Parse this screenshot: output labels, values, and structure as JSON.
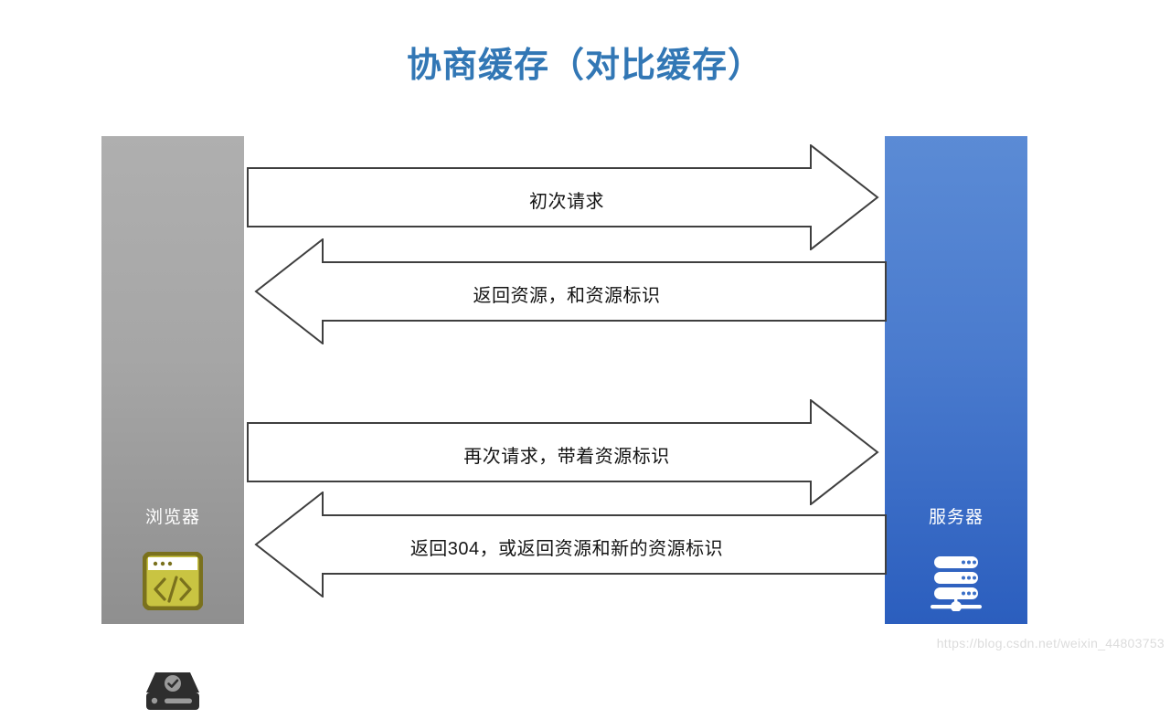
{
  "slide": {
    "title": "协商缓存（对比缓存）",
    "title_color": "#3277B5",
    "background": "#FFFFFF"
  },
  "actors": {
    "browser": {
      "label": "浏览器",
      "color_top": "#AFAFAF",
      "color_bottom": "#8F8F8F",
      "icons": [
        "browser-window-code-icon",
        "hard-disk-icon"
      ]
    },
    "server": {
      "label": "服务器",
      "color_top": "#5B8BD5",
      "color_bottom": "#2B5EBE",
      "icons": [
        "server-rack-icon"
      ]
    }
  },
  "flow": {
    "arrow_stroke": "#3F3F3F",
    "arrow_fill": "#FFFFFF",
    "messages": [
      {
        "index": 1,
        "label": "初次请求",
        "direction": "right",
        "from": "浏览器",
        "to": "服务器"
      },
      {
        "index": 2,
        "label": "返回资源，和资源标识",
        "direction": "left",
        "from": "服务器",
        "to": "浏览器"
      },
      {
        "index": 3,
        "label": "再次请求，带着资源标识",
        "direction": "right",
        "from": "浏览器",
        "to": "服务器"
      },
      {
        "index": 4,
        "label": "返回304，或返回资源和新的资源标识",
        "direction": "left",
        "from": "服务器",
        "to": "浏览器"
      }
    ]
  },
  "watermark": {
    "text": "https://blog.csdn.net/weixin_44803753",
    "color": "#DCDCDC"
  }
}
